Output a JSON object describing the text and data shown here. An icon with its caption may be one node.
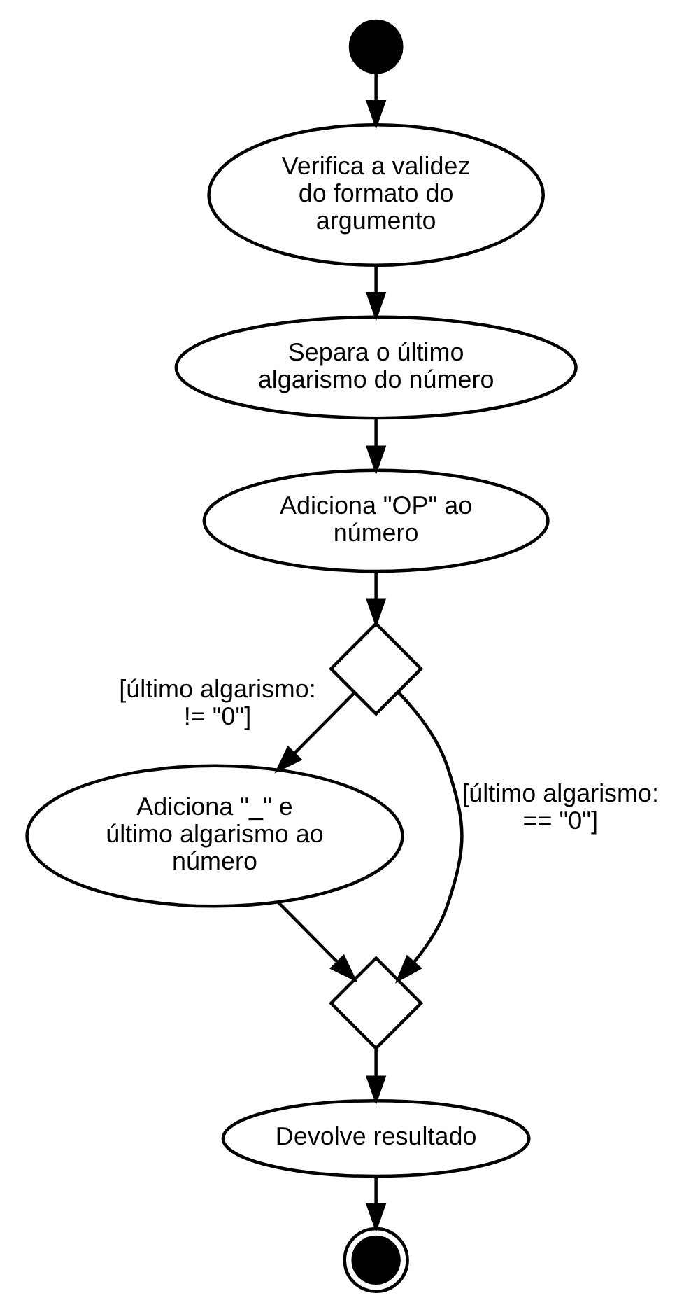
{
  "diagram": {
    "nodes": [
      {
        "text": [],
        "shape": "circle"
      },
      {
        "text": [
          "Verifica a validez do formato do argumento"
        ]
      },
      {
        "text": [
          "Separa o último algarismo do número"
        ]
      },
      {
        "text": [
          "Adiciona \"OP\" ao número"
        ]
      },
      {
        "text": [],
        "shape": "diamond"
      },
      {
        "text": [
          "Adiciona \"_\" e último algarismo ao número"
        ]
      },
      {
        "text": [],
        "shape": "diamond"
      },
      {
        "text": [
          "Devolve resultado"
        ]
      },
      {
        "text": [],
        "shape": "circle"
      }
    ],
    "edges": [
      {
        "from": 0,
        "to": 1,
        "arrow": "to"
      },
      {
        "from": 1,
        "to": 2,
        "arrow": "to"
      },
      {
        "from": 2,
        "to": 3,
        "arrow": "to"
      },
      {
        "from": 3,
        "to": 4,
        "arrow": "to"
      },
      {
        "from": 4,
        "to": 6,
        "arrow": "to",
        "label": "[último algarismo: == \"0\"]"
      },
      {
        "from": 4,
        "to": 5,
        "arrow": "to",
        "label": "[último algarismo: != \"0\"]"
      },
      {
        "from": 5,
        "to": 6,
        "arrow": "to"
      },
      {
        "from": 6,
        "to": 7,
        "arrow": "to"
      },
      {
        "from": 7,
        "to": 8,
        "arrow": "to"
      }
    ]
  }
}
